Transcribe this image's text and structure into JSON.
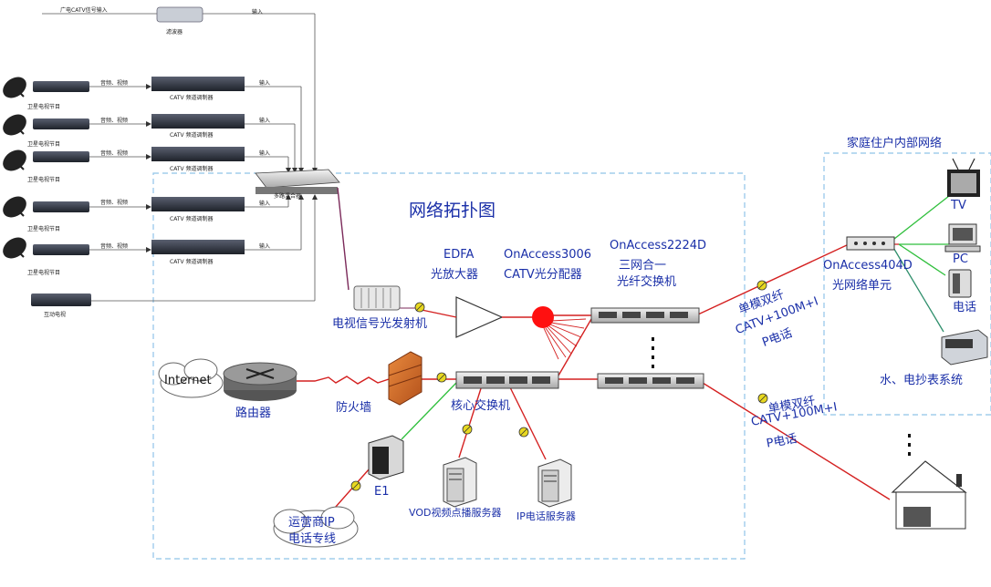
{
  "headend": {
    "catv_input": "广电CATV信号输入",
    "filter": "滤波器",
    "input": "输入",
    "av": "音频、视频",
    "modulator": "CATV 频道调制器",
    "satellite": "卫星电视节目",
    "mixer": "多路混合器",
    "interactive_tv": "互动电视"
  },
  "diagram": {
    "title": "网络拓扑图",
    "tx": "电视信号光发射机",
    "edfa": "EDFA",
    "edfa_cn": "光放大器",
    "splitter": "OnAccess3006",
    "splitter_cn": "CATV光分配器",
    "switch2224": "OnAccess2224D",
    "switch2224_l2": "三网合一",
    "switch2224_l3": "光纤交换机",
    "internet": "Internet",
    "router": "路由器",
    "firewall": "防火墙",
    "core_switch": "核心交换机",
    "e1": "E1",
    "voip_line_l1": "运营商IP",
    "voip_line_l2": "电话专线",
    "vod": "VOD视频点播服务器",
    "ip_phone_server": "IP电话服务器",
    "fiber1_l1": "单模双纤",
    "fiber1_l2": "CATV+100M+I",
    "fiber1_l3": "P电话",
    "fiber2_l1": "单模双纤",
    "fiber2_l2": "CATV+100M+I",
    "fiber2_l3": "P电话",
    "home_title": "家庭住户内部网络",
    "onu": "OnAccess404D",
    "onu_cn": "光网络单元",
    "tv": "TV",
    "pc": "PC",
    "phone": "电话",
    "meter": "水、电抄表系统"
  },
  "colors": {
    "label_blue": "#1a2fa8",
    "fiber_red": "#d42020",
    "ethernet_green": "#2fbf3c",
    "catv_purple": "#7b2a5a",
    "dashed_frame": "#8fc3e8",
    "splitter_red": "#ff1010"
  }
}
